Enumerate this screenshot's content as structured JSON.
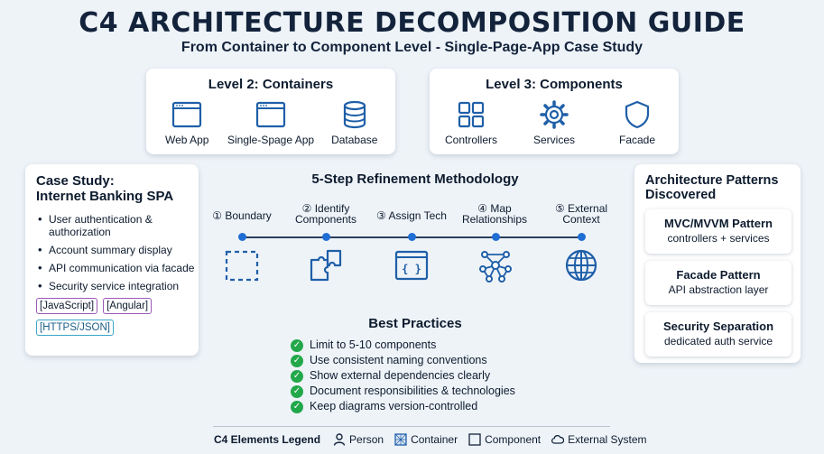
{
  "header": {
    "title": "C4 ARCHITECTURE DECOMPOSITION GUIDE",
    "subtitle": "From Container to Component Level - Single-Page-App Case Study"
  },
  "level2": {
    "title": "Level 2: Containers",
    "items": [
      {
        "label": "Web App",
        "icon": "browser-window-icon"
      },
      {
        "label": "Single-Spage App",
        "icon": "browser-window-icon"
      },
      {
        "label": "Database",
        "icon": "database-icon"
      }
    ]
  },
  "level3": {
    "title": "Level 3: Components",
    "items": [
      {
        "label": "Controllers",
        "icon": "grid-icon"
      },
      {
        "label": "Services",
        "icon": "gear-icon"
      },
      {
        "label": "Facade",
        "icon": "shield-icon"
      }
    ]
  },
  "case_study": {
    "title_line1": "Case Study:",
    "title_line2": "Internet Banking SPA",
    "items": [
      "User authentication & authorization",
      "Account summary display",
      "API communication via facade",
      "Security service integration"
    ],
    "tags": [
      "[JavaScript]",
      "[Angular]",
      "[HTTPS/JSON]"
    ]
  },
  "methodology": {
    "title": "5-Step Refinement Methodology",
    "steps": [
      {
        "line1": "① Boundary",
        "line2": "",
        "icon": "dashed-boundary-icon"
      },
      {
        "line1": "② Identify",
        "line2": "Components",
        "icon": "puzzle-icon"
      },
      {
        "line1": "③ Assign Tech",
        "line2": "",
        "icon": "code-window-icon"
      },
      {
        "line1": "④ Map",
        "line2": "Relationships",
        "icon": "network-icon"
      },
      {
        "line1": "⑤ External",
        "line2": "Context",
        "icon": "globe-icon"
      }
    ]
  },
  "best_practices": {
    "title": "Best Practices",
    "items": [
      "Limit to 5-10 components",
      "Use consistent naming conventions",
      "Show external dependencies clearly",
      "Document responsibilities & technologies",
      "Keep diagrams version-controlled"
    ]
  },
  "legend": {
    "title": "C4 Elements Legend",
    "items": [
      "Person",
      "Container",
      "Component",
      "External System"
    ]
  },
  "patterns": {
    "title_line1": "Architecture Patterns",
    "title_line2": "Discovered",
    "items": [
      {
        "title": "MVC/MVVM Pattern",
        "desc": "controllers + services"
      },
      {
        "title": "Facade Pattern",
        "desc": "API abstraction layer"
      },
      {
        "title": "Security Separation",
        "desc": "dedicated auth service"
      }
    ]
  },
  "colors": {
    "icon_blue": "#1f5fa8",
    "check_green": "#22a84a",
    "timeline_dot": "#1f6ed4",
    "tag_purple": "#9b59b6",
    "tag_teal": "#3aa5c5"
  }
}
